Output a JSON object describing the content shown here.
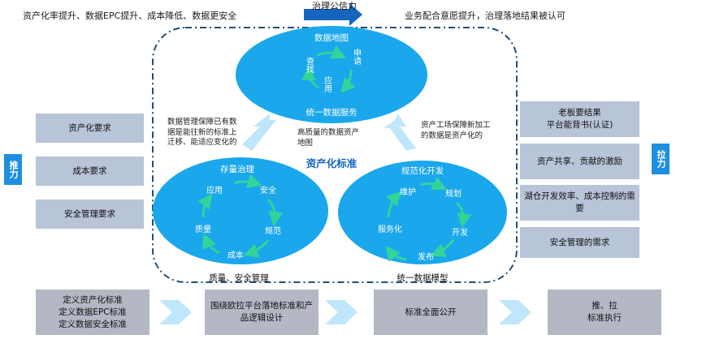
{
  "top": {
    "left_text": "资产化率提升、数据EPC提升、成本降低、数据更安全",
    "center_arrow_label": "治理公信力",
    "right_text": "业务配合意愿提升，治理落地结果被认可"
  },
  "push": {
    "label": "推力",
    "items": [
      "资产化要求",
      "成本要求",
      "安全管理要求"
    ]
  },
  "pull": {
    "label": "拉力",
    "items": [
      "老板要结果\n平台能背书(认证)",
      "资产共享、贡献的激励",
      "湖仓开发效率、成本控制的需要",
      "安全管理的需求"
    ]
  },
  "center": {
    "frame_title": "资产化标准",
    "top_circle": {
      "title": "数据地图",
      "cycle": [
        "查找",
        "申请",
        "应用"
      ],
      "footer": "统一数据服务"
    },
    "left_circle": {
      "title": "存量治理",
      "cycle": [
        "应用",
        "安全",
        "规范",
        "成本",
        "质量"
      ],
      "footer": "质量、安全管理"
    },
    "right_circle": {
      "title": "规范化开发",
      "cycle": [
        "维护",
        "规划",
        "开发",
        "发布",
        "服务化"
      ],
      "footer": "统一数据模型"
    },
    "note_left": "数据管理保障已有数据是能往新的标准上迁移、能适应变化的",
    "note_center": "高质量的数据资产地图",
    "note_right": "资产工场保障新加工的数据是资产化的"
  },
  "bottom": {
    "steps": [
      "定义资产化标准\n定义数据EPC标准\n定义数据安全标准",
      "围绕欧拉平台落地标准和产品逻辑设计",
      "标准全面公开",
      "推、拉\n标准执行"
    ]
  },
  "colors": {
    "circle_blue": "#1aa7ec",
    "arrow_dark": "#1565c0",
    "green_arrow": "#34d399",
    "light_arrow": "#bfe6fb",
    "gray_box": "#b8c4d8",
    "bottom_box": "#b3b8c4",
    "label_blue": "#1e8fe0"
  }
}
